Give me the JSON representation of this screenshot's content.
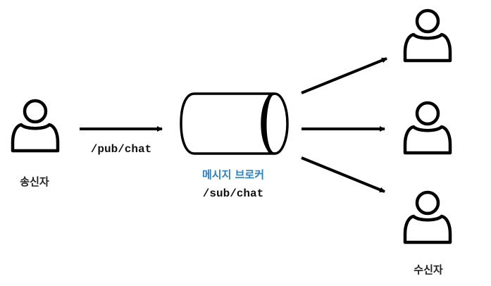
{
  "sender": {
    "label": "송신자",
    "icon": "person-icon"
  },
  "publish_topic": "/pub/chat",
  "broker": {
    "label": "메시지 브로커",
    "topic": "/sub/chat",
    "label_color": "#2f7fc4",
    "icon": "cylinder-icon"
  },
  "receivers": {
    "label": "수신자",
    "count": 3,
    "icon": "person-icon"
  },
  "colors": {
    "stroke": "#000000",
    "background": "#ffffff"
  }
}
